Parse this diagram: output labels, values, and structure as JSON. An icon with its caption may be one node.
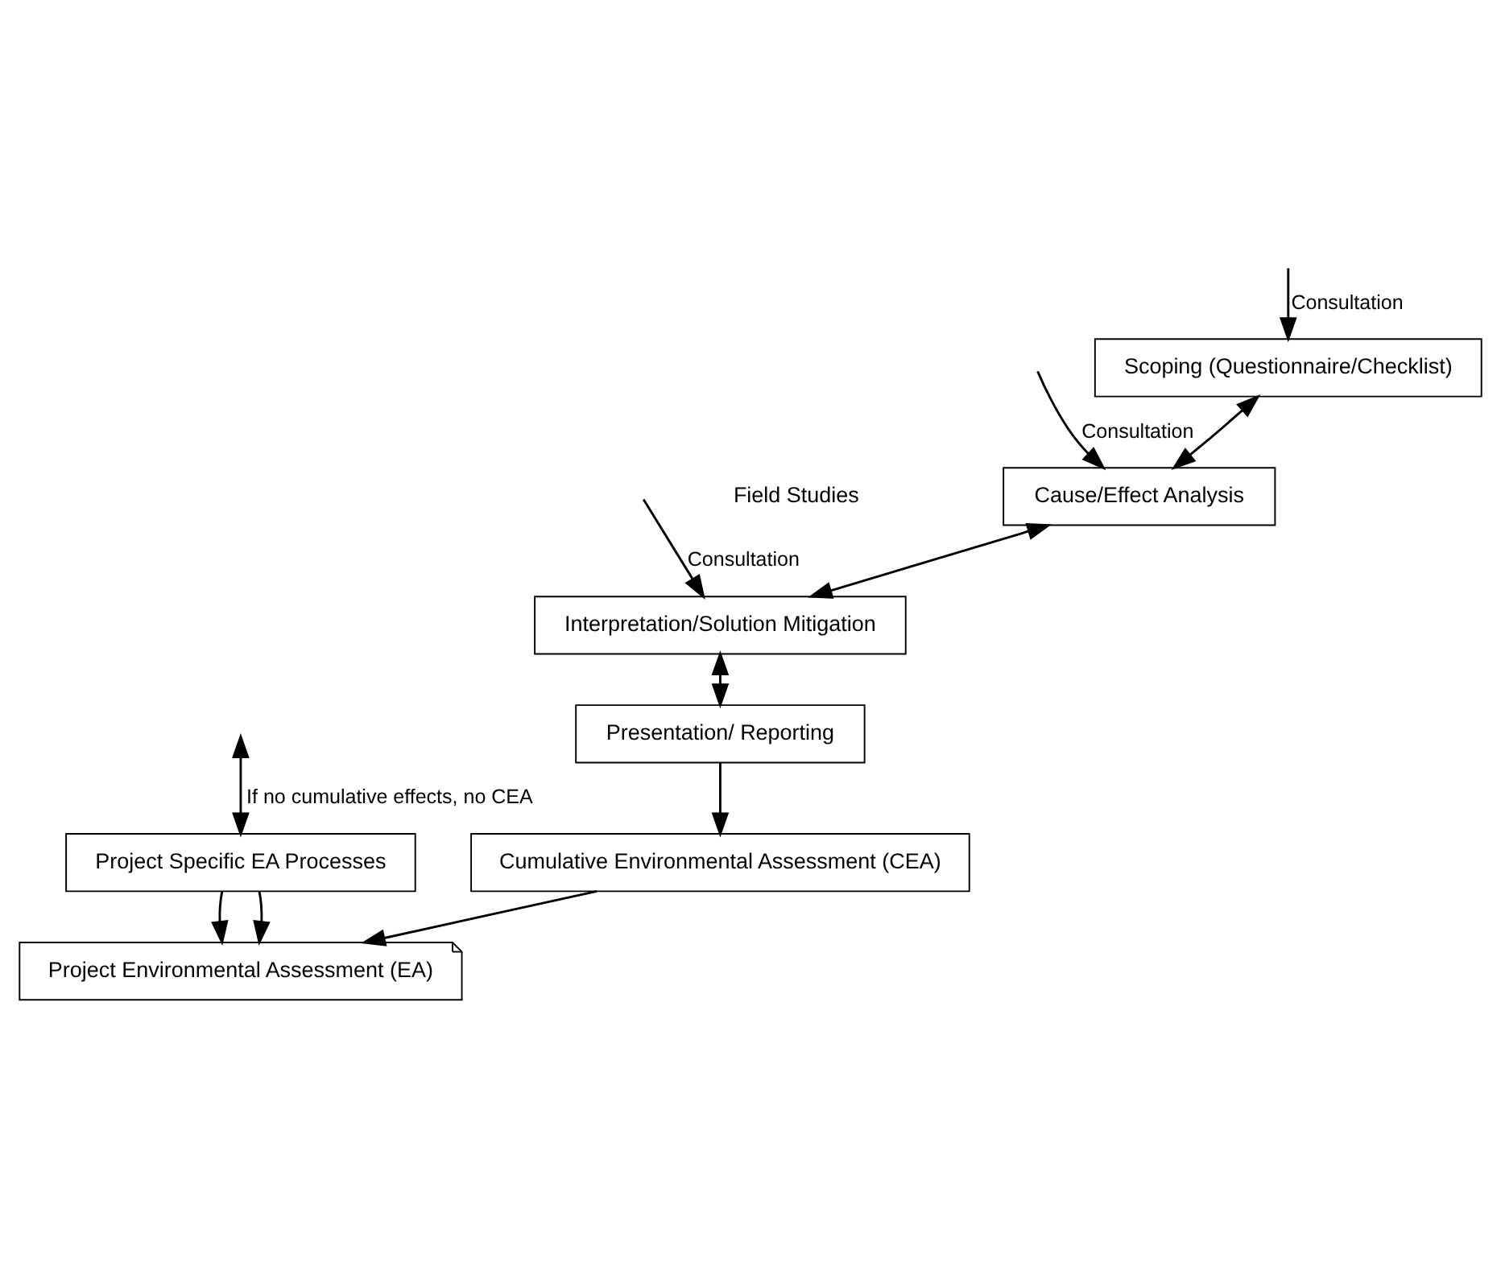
{
  "diagram": {
    "nodes": [
      {
        "text": [
          "Scoping (Questionnaire/Checklist)"
        ]
      },
      {
        "text": [
          "Cause/Effect Analysis"
        ]
      },
      {
        "text": [
          "Interpretation/Solution Mitigation"
        ]
      },
      {
        "text": [
          "Presentation/ Reporting"
        ]
      },
      {
        "text": [
          "Cumulative Environmental Assessment (CEA)"
        ]
      },
      {
        "text": [
          "Project Specific EA Processes"
        ]
      },
      {
        "text": [
          "Project Environmental Assessment (EA)"
        ]
      }
    ],
    "edges": [
      {
        "from": null,
        "to": 0,
        "arrow": "to",
        "label": "Consultation"
      },
      {
        "from": null,
        "to": 1,
        "arrow": "to",
        "label": "Consultation"
      },
      {
        "from": null,
        "to": 2,
        "arrow": "to",
        "label": "Consultation"
      },
      {
        "from": 0,
        "to": 1,
        "arrow": "both"
      },
      {
        "from": 1,
        "to": 2,
        "arrow": "both"
      },
      {
        "from": 2,
        "to": 3,
        "arrow": "both"
      },
      {
        "from": 3,
        "to": 4,
        "arrow": "to"
      },
      {
        "from": 4,
        "to": 6,
        "arrow": "to"
      },
      {
        "from": 5,
        "to": 6,
        "arrow": "to"
      },
      {
        "from": 5,
        "to": 6,
        "arrow": "to"
      },
      {
        "from": null,
        "to": 5,
        "arrow": "both",
        "label": "If no cumulative effects, no CEA"
      }
    ],
    "labels": [
      "Field Studies"
    ]
  }
}
